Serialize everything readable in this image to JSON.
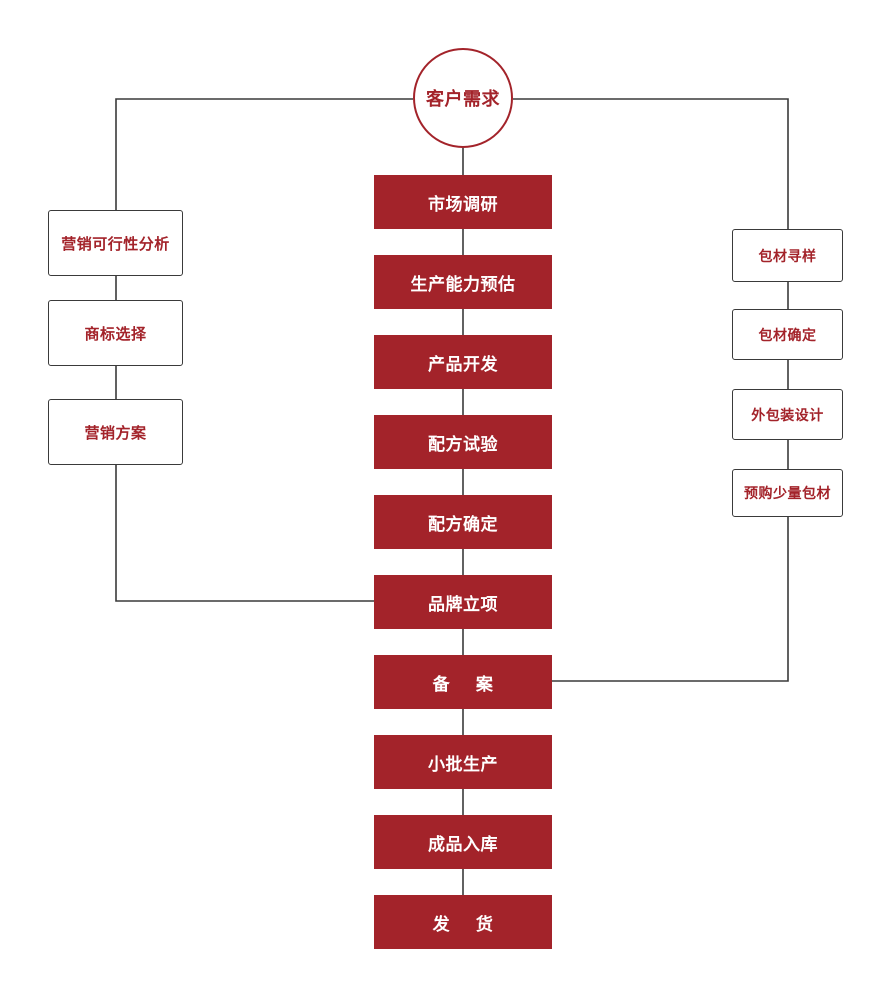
{
  "colors": {
    "accent": "#a3232a",
    "line": "#3a3a3a",
    "background": "#ffffff"
  },
  "start": {
    "label": "客户需求"
  },
  "main_steps": [
    {
      "label": "市场调研"
    },
    {
      "label": "生产能力预估"
    },
    {
      "label": "产品开发"
    },
    {
      "label": "配方试验"
    },
    {
      "label": "配方确定"
    },
    {
      "label": "品牌立项"
    },
    {
      "label": "备    案"
    },
    {
      "label": "小批生产"
    },
    {
      "label": "成品入库"
    },
    {
      "label": "发    货"
    }
  ],
  "left_branch": [
    {
      "label": "营销可行性分析"
    },
    {
      "label": "商标选择"
    },
    {
      "label": "营销方案"
    }
  ],
  "right_branch": [
    {
      "label": "包材寻样"
    },
    {
      "label": "包材确定"
    },
    {
      "label": "外包装设计"
    },
    {
      "label": "预购少量包材"
    }
  ]
}
